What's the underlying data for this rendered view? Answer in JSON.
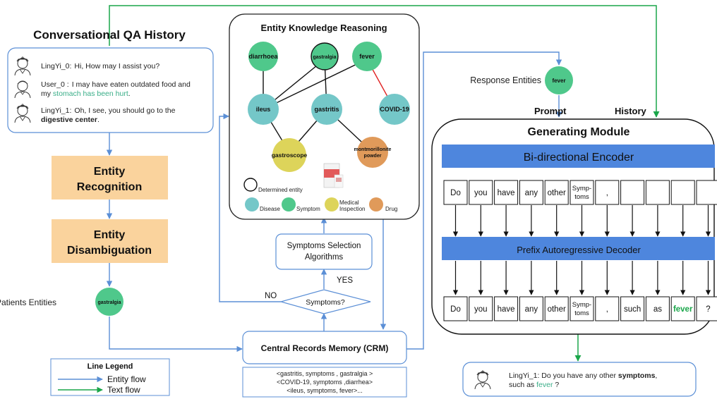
{
  "history": {
    "title": "Conversational QA History",
    "turns": [
      {
        "speaker": "LingYi_0:",
        "text": "Hi, How may I assist you?"
      },
      {
        "speaker": "User_0 :",
        "text_a": "I may have eaten outdated food and",
        "text_b_pre": "my ",
        "text_b_hl": "stomach has been hurt",
        "text_b_post": "."
      },
      {
        "speaker": "LingYi_1:",
        "text_a": "Oh, I see, you should go to the",
        "text_b_bold": "digestive center",
        "text_b_post": "."
      }
    ]
  },
  "pipeline": {
    "recognition": [
      "Entity",
      "Recognition"
    ],
    "disambiguation": [
      "Entity",
      "Disambiguation"
    ],
    "patients_label": "Patients Entities",
    "patients_entity": "gastralgia"
  },
  "legend": {
    "title": "Line Legend",
    "entity_flow": "Entity flow",
    "text_flow": "Text flow"
  },
  "kg": {
    "title": "Entity Knowledge Reasoning",
    "nodes": {
      "diarrhoea": "diarrhoea",
      "gastralgia": "gastralgia",
      "fever": "fever",
      "ileus": "ileus",
      "gastritis": "gastritis",
      "covid": "COVID-19",
      "gastroscope": "gastroscope",
      "montmorillonite_1": "montmorillonite",
      "montmorillonite_2": "powder"
    },
    "key": {
      "determined": "Determined entity",
      "disease": "Disease",
      "symptom": "Symptom",
      "inspection_1": "Medical",
      "inspection_2": "Inspection",
      "drug": "Drug"
    }
  },
  "control": {
    "selection_1": "Symptoms Selection",
    "selection_2": "Algorithms",
    "decision": "Symptoms?",
    "yes": "YES",
    "no": "NO",
    "crm": "Central Records Memory (CRM)",
    "records": [
      "<gastritis, symptoms , gastralgia >",
      "<COVID-19, symptoms ,diarrhea>",
      "<ileus, symptoms, fever>..."
    ]
  },
  "response": {
    "label": "Response Entities",
    "entity": "fever",
    "prompt": "Prompt",
    "history": "History"
  },
  "generator": {
    "title": "Generating Module",
    "encoder": "Bi-directional Encoder",
    "decoder": "Prefix Autoregressive Decoder",
    "input_tokens": [
      "Do",
      "you",
      "have",
      "any",
      "other",
      "Symp-toms",
      ",",
      "",
      "",
      "",
      ""
    ],
    "output_tokens": [
      "Do",
      "you",
      "have",
      "any",
      "other",
      "Symp-toms",
      ",",
      "such",
      "as",
      "fever",
      "?"
    ]
  },
  "output": {
    "line_1_pre": "LingYi_1: Do you have any other ",
    "line_1_bold": "symptoms",
    "line_1_post": ",",
    "line_2_pre": "such as ",
    "line_2_hl": "fever",
    "line_2_post": " ?"
  },
  "colors": {
    "entity_flow": "#5b8fd6",
    "text_flow": "#1aa64a",
    "disease": "#74c7c8",
    "symptom": "#4fc88b",
    "inspection": "#ddd45a",
    "drug": "#e09a5a",
    "pipeline_box": "#fad39d",
    "module_bar": "#4e86dd",
    "highlight": "#3aae88"
  }
}
